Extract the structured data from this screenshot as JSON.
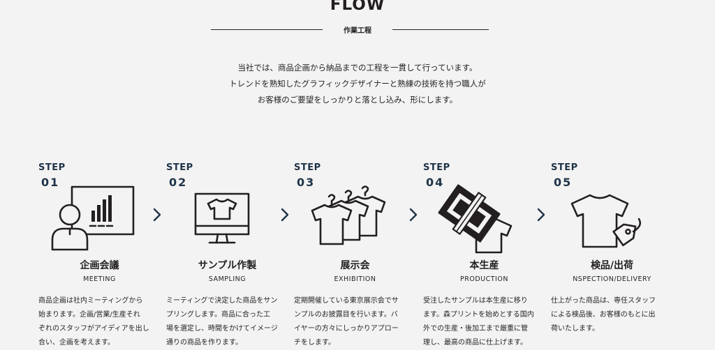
{
  "section": {
    "title": "FLOW",
    "subtitle": "作業工程"
  },
  "intro": {
    "lines": [
      "当社では、商品企画から納品までの工程を一貫して行っています。",
      "トレンドを熟知したグラフィックデザイナーと熟練の技術を持つ職人が",
      "お客様のご要望をしっかりと落とし込み、形にします。"
    ]
  },
  "steps": [
    {
      "label": "STEP",
      "number": "01",
      "icon": "meeting-presentation-icon",
      "title": "企画会議",
      "english": "MEETING",
      "description": [
        "商品企画は社内ミーティングから",
        "始まります。企画/営業/生産それ",
        "ぞれのスタッフがアイディアを出し",
        "合い、企画を考えます。"
      ]
    },
    {
      "label": "STEP",
      "number": "02",
      "icon": "monitor-tshirt-icon",
      "title": "サンプル作製",
      "english": "SAMPLING",
      "description": [
        "ミーティングで決定した商品をサン",
        "プリングします。商品に合った工",
        "場を選定し、時間をかけてイメージ",
        "通りの商品を作ります。"
      ]
    },
    {
      "label": "STEP",
      "number": "03",
      "icon": "hanging-shirts-icon",
      "title": "展示会",
      "english": "EXHIBITION",
      "description": [
        "定期開催している東京展示会でサ",
        "ンプルのお披露目を行います。バ",
        "イヤーの方々にしっかりアプロー",
        "チをします。"
      ]
    },
    {
      "label": "STEP",
      "number": "04",
      "icon": "screen-printing-icon",
      "title": "本生産",
      "english": "PRODUCTION",
      "description": [
        "受注したサンプルは本生産に移り",
        "ます。森プリントを始めとする国内",
        "外での生産・後加工まで厳重に管",
        "理し、最高の商品に仕上げます。"
      ]
    },
    {
      "label": "STEP",
      "number": "05",
      "icon": "tshirt-tag-icon",
      "title": "検品/出荷",
      "english": "NSPECTION/DELIVERY",
      "description": [
        "仕上がった商品は、専任スタッフ",
        "による検品後、お客様のもとに出",
        "荷いたします。"
      ]
    }
  ],
  "colors": {
    "background": "#f3f3f3",
    "text": "#231f20",
    "step_accent": "#1f3347"
  }
}
